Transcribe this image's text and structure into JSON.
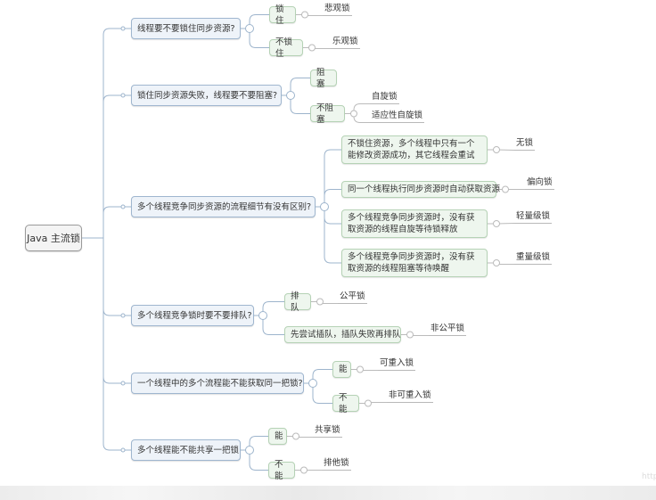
{
  "root": "Java 主流锁",
  "branches": [
    {
      "label": "线程要不要锁住同步资源?",
      "children": [
        {
          "label": "锁住",
          "leaves": [
            "悲观锁"
          ]
        },
        {
          "label": "不锁住",
          "leaves": [
            "乐观锁"
          ]
        }
      ]
    },
    {
      "label": "锁住同步资源失败，线程要不要阻塞?",
      "children": [
        {
          "label": "阻塞",
          "leaves": []
        },
        {
          "label": "不阻塞",
          "leaves": [
            "自旋锁",
            "适应性自旋锁"
          ]
        }
      ]
    },
    {
      "label": "多个线程竞争同步资源的流程细节有没有区别?",
      "children": [
        {
          "label": "不锁住资源，多个线程中只有一个能修改资源成功，其它线程会重试",
          "leaves": [
            "无锁"
          ]
        },
        {
          "label": "同一个线程执行同步资源时自动获取资源",
          "leaves": [
            "偏向锁"
          ]
        },
        {
          "label": "多个线程竞争同步资源时，没有获取资源的线程自旋等待锁释放",
          "leaves": [
            "轻量级锁"
          ]
        },
        {
          "label": "多个线程竞争同步资源时，没有获取资源的线程阻塞等待唤醒",
          "leaves": [
            "重量级锁"
          ]
        }
      ]
    },
    {
      "label": "多个线程竞争锁时要不要排队?",
      "children": [
        {
          "label": "排队",
          "leaves": [
            "公平锁"
          ]
        },
        {
          "label": "先尝试插队，插队失败再排队",
          "leaves": [
            "非公平锁"
          ]
        }
      ]
    },
    {
      "label": "一个线程中的多个流程能不能获取同一把锁?",
      "children": [
        {
          "label": "能",
          "leaves": [
            "可重入锁"
          ]
        },
        {
          "label": "不能",
          "leaves": [
            "非可重入锁"
          ]
        }
      ]
    },
    {
      "label": "多个线程能不能共享一把锁",
      "children": [
        {
          "label": "能",
          "leaves": [
            "共享锁"
          ]
        },
        {
          "label": "不能",
          "leaves": [
            "排他锁"
          ]
        }
      ]
    }
  ],
  "watermark": "http",
  "colors": {
    "wire": "#9db4cc",
    "wire2": "#b7c9b7",
    "l1_bg": "#eef3f9",
    "l2_bg": "#eef6ee"
  }
}
